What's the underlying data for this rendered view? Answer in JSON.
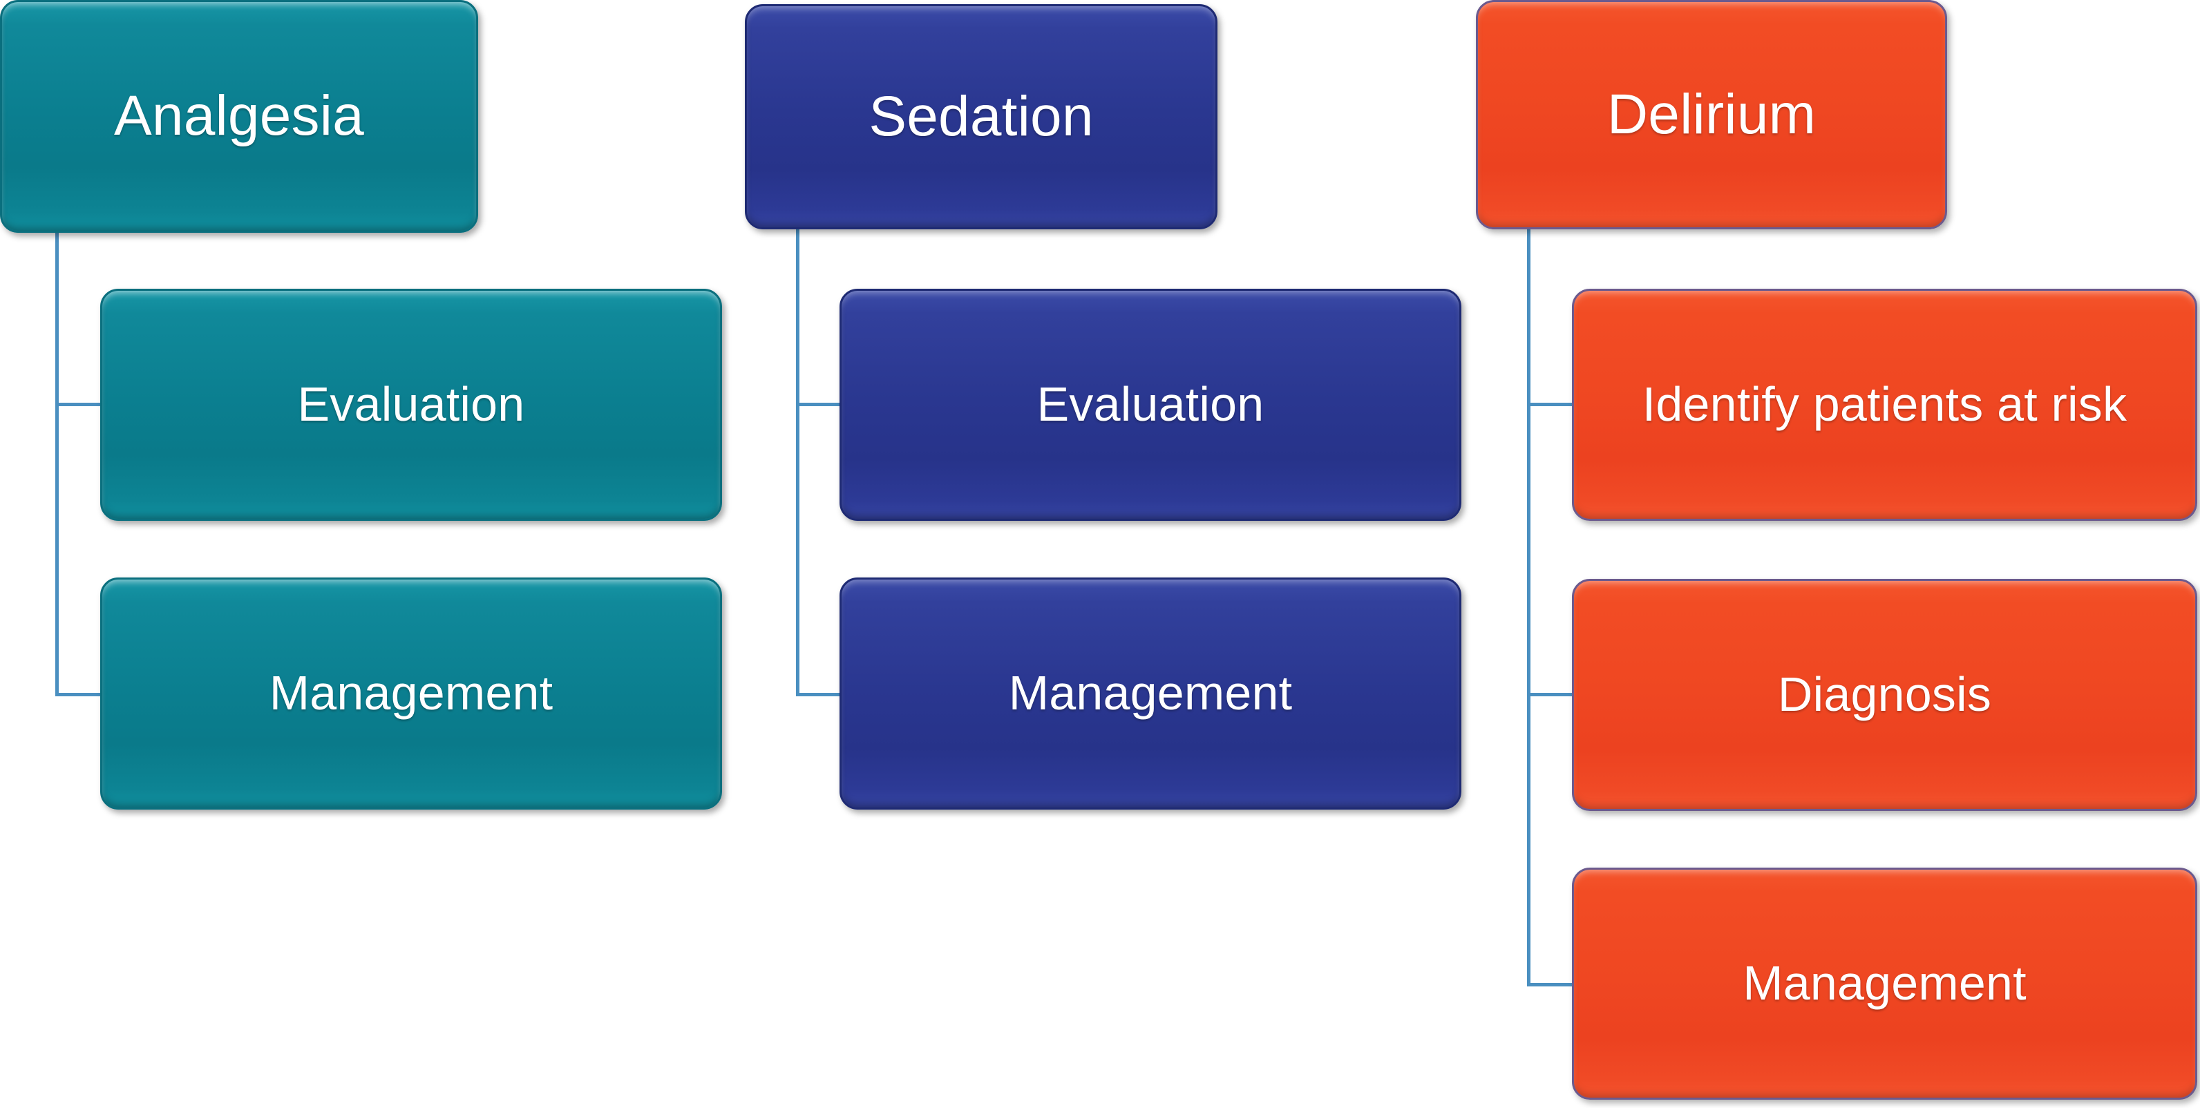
{
  "diagram": {
    "type": "tree-hierarchy",
    "background_color": "#ffffff",
    "connector_color": "#4a8fc0",
    "columns": [
      {
        "id": "analgesia",
        "accent_color": "#0b7f90",
        "root": {
          "label": "Analgesia"
        },
        "children": [
          {
            "label": "Evaluation"
          },
          {
            "label": "Management"
          }
        ]
      },
      {
        "id": "sedation",
        "accent_color": "#2a3790",
        "root": {
          "label": "Sedation"
        },
        "children": [
          {
            "label": "Evaluation"
          },
          {
            "label": "Management"
          }
        ]
      },
      {
        "id": "delirium",
        "accent_color": "#ef4722",
        "root": {
          "label": "Delirium"
        },
        "children": [
          {
            "label": "Identify patients at risk"
          },
          {
            "label": "Diagnosis"
          },
          {
            "label": "Management"
          }
        ]
      }
    ]
  }
}
